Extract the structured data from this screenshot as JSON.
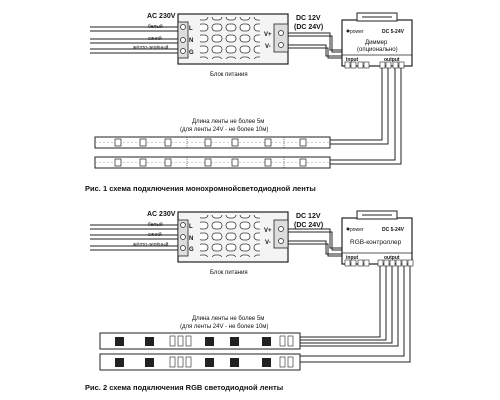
{
  "fig1": {
    "input_label": "AC 230V",
    "wire_labels": [
      "белый",
      "синий",
      "жёлто-зелёный"
    ],
    "psu_terminals": [
      "L",
      "N",
      "G"
    ],
    "psu_out_terminals": [
      "V+",
      "V-"
    ],
    "output_label": "DC 12V",
    "output_label2": "(DC 24V)",
    "psu_caption": "Блок питания",
    "controller": {
      "power": "power",
      "voltage": "DC 5-24V",
      "name_line1": "Диммер",
      "name_line2": "(опционально)",
      "input": "input",
      "output": "output"
    },
    "strip_note1": "Длина ленты не более 5м",
    "strip_note2": "(для ленты 24V - не более 10м)",
    "caption": "Рис. 1 схема подключения монохромнойсветодиодной ленты"
  },
  "fig2": {
    "input_label": "AC 230V",
    "wire_labels": [
      "белый",
      "синий",
      "жёлто-зелёный"
    ],
    "psu_terminals": [
      "L",
      "N",
      "G"
    ],
    "psu_out_terminals": [
      "V+",
      "V-"
    ],
    "output_label": "DC 12V",
    "output_label2": "(DC 24V)",
    "psu_caption": "Блок питания",
    "controller": {
      "power": "power",
      "voltage": "DC 5-24V",
      "name_line1": "RGB-контроллер",
      "input": "input",
      "output": "output"
    },
    "strip_note1": "Длина ленты не более 5м",
    "strip_note2": "(для ленты 24V - не более 10м)",
    "caption": "Рис. 2 схема подключения RGB светодиодной ленты"
  }
}
